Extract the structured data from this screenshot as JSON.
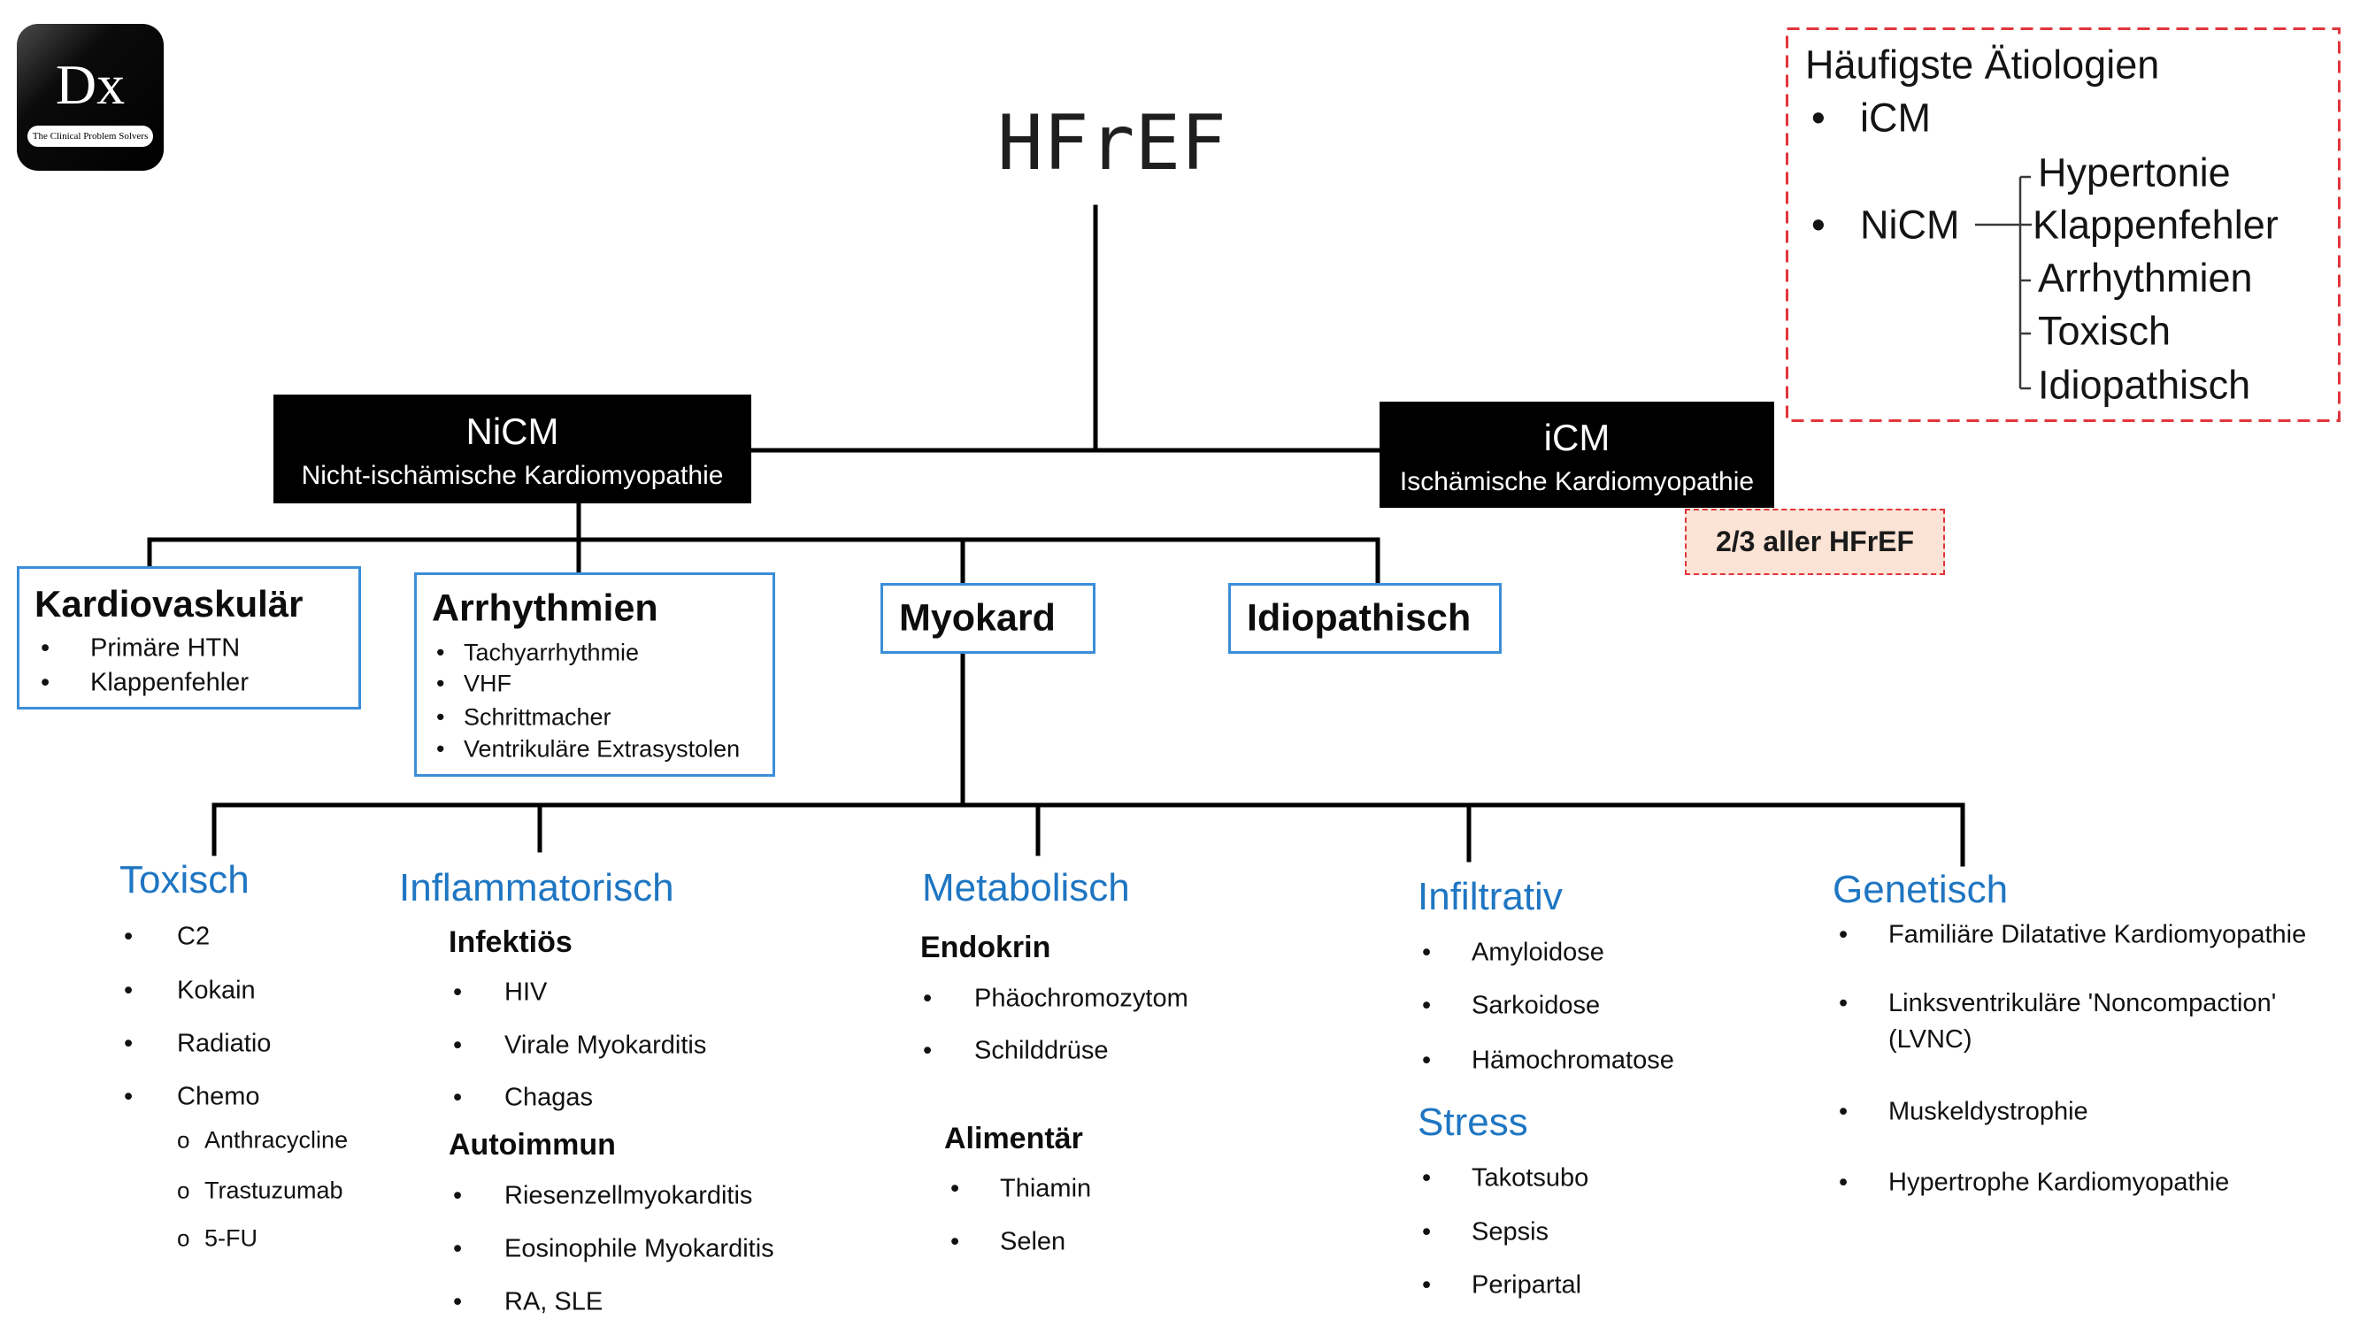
{
  "logo": {
    "mark": "Dx",
    "tagline": "The Clinical Problem Solvers"
  },
  "title": "HFrEF",
  "root_branches": {
    "nicm": {
      "label": "NiCM",
      "sublabel": "Nicht-ischämische Kardiomyopathie"
    },
    "icm": {
      "label": "iCM",
      "sublabel": "Ischämische Kardiomyopathie",
      "note": "2/3 aller HFrEF"
    }
  },
  "common_etiologies": {
    "title": "Häufigste Ätiologien",
    "items": [
      "iCM",
      "NiCM"
    ],
    "nicm_causes": [
      "Hypertonie",
      "Klappenfehler",
      "Arrhythmien",
      "Toxisch",
      "Idiopathisch"
    ]
  },
  "nicm_categories": {
    "kardiovaskulaer": {
      "title": "Kardiovaskulär",
      "items": [
        "Primäre HTN",
        "Klappenfehler"
      ]
    },
    "arrhythmien": {
      "title": "Arrhythmien",
      "items": [
        "Tachyarrhythmie",
        "VHF",
        "Schrittmacher",
        "Ventrikuläre Extrasystolen"
      ]
    },
    "myokard": {
      "title": "Myokard"
    },
    "idiopathisch": {
      "title": "Idiopathisch"
    }
  },
  "myokard_categories": {
    "toxisch": {
      "title": "Toxisch",
      "items": [
        "C2",
        "Kokain",
        "Radiatio",
        "Chemo"
      ],
      "chemo_subitems": [
        "Anthracycline",
        "Trastuzumab",
        "5-FU"
      ]
    },
    "inflammatorisch": {
      "title": "Inflammatorisch",
      "groups": [
        {
          "title": "Infektiös",
          "items": [
            "HIV",
            "Virale Myokarditis",
            "Chagas"
          ]
        },
        {
          "title": "Autoimmun",
          "items": [
            "Riesenzellmyokarditis",
            "Eosinophile Myokarditis",
            "RA, SLE"
          ]
        }
      ]
    },
    "metabolisch": {
      "title": "Metabolisch",
      "groups": [
        {
          "title": "Endokrin",
          "items": [
            "Phäochromozytom",
            "Schilddrüse"
          ]
        },
        {
          "title": "Alimentär",
          "items": [
            "Thiamin",
            "Selen"
          ]
        }
      ]
    },
    "infiltrativ": {
      "title": "Infiltrativ",
      "items": [
        "Amyloidose",
        "Sarkoidose",
        "Hämochromatose"
      ]
    },
    "stress": {
      "title": "Stress",
      "items": [
        "Takotsubo",
        "Sepsis",
        "Peripartal"
      ]
    },
    "genetisch": {
      "title": "Genetisch",
      "items": [
        "Familiäre Dilatative Kardiomyopathie",
        "Linksventrikuläre 'Noncompaction' (LVNC)",
        "Muskeldystrophie",
        "Hypertrophe Kardiomyopathie"
      ]
    }
  },
  "colors": {
    "category_heading": "#1f76c2",
    "category_box_border": "#3b8ed8",
    "highlight_dashed_border": "#e2353b",
    "note_fill": "#fbe4d5",
    "branch_box_fill": "#000000"
  }
}
